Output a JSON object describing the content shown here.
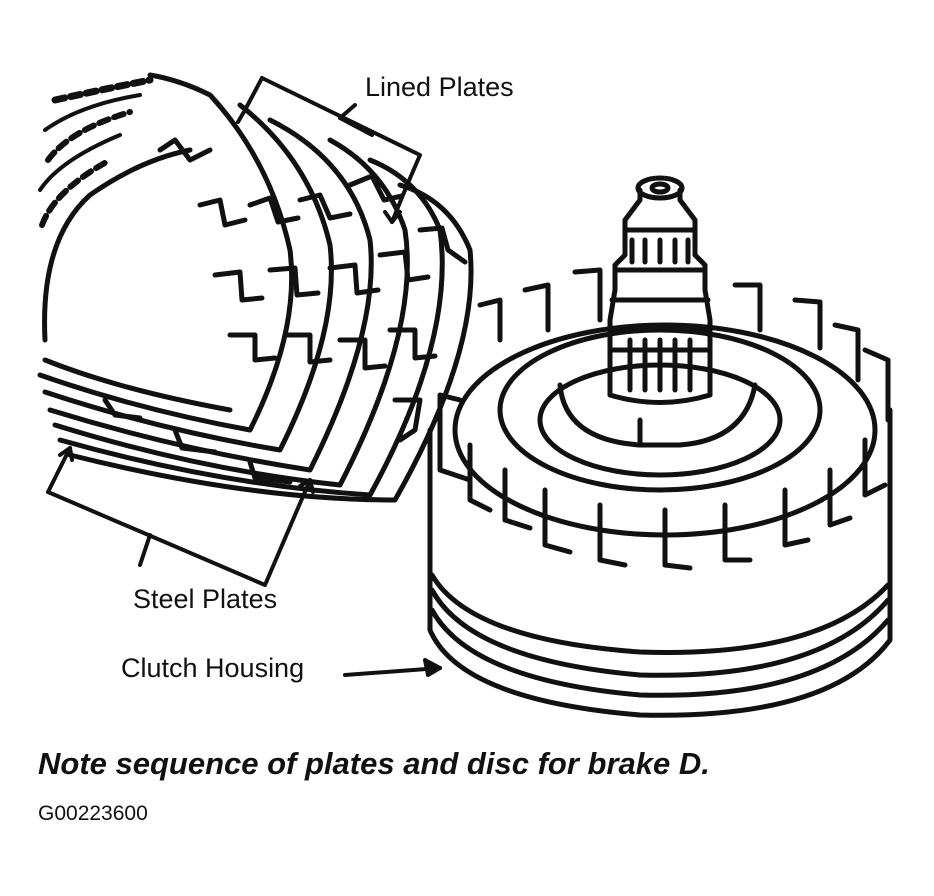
{
  "labels": {
    "lined_plates": "Lined Plates",
    "steel_plates": "Steel Plates",
    "clutch_housing": "Clutch Housing"
  },
  "caption": "Note sequence of plates and disc for brake D.",
  "figure_id": "G00223600",
  "colors": {
    "ink": "#111111",
    "paper": "#ffffff"
  }
}
